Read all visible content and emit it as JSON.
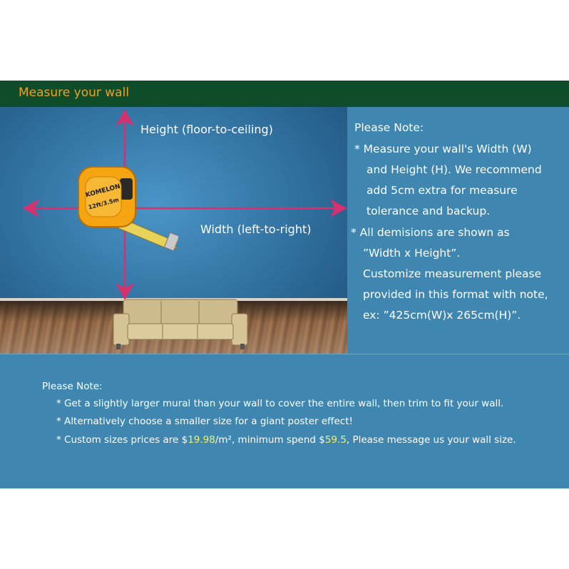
{
  "header": {
    "title": "Measure your wall"
  },
  "scene": {
    "height_label": "Height (floor-to-ceiling)",
    "width_label": "Width (left-to-right)",
    "tape_brand": "KOMELON",
    "tape_size": "12ft/3.5m",
    "colors": {
      "arrow": "#d4326e",
      "tape": "#f5a412"
    }
  },
  "side_note": {
    "heading": "Please Note:",
    "lines": [
      "* Measure your wall's Width (W)",
      "and Height (H). We recommend",
      "add 5cm extra for measure",
      "tolerance and backup.",
      "* All demisions are shown as",
      "”Width x Height”.",
      "Customize measurement please",
      "provided in this format with note,",
      "ex: ”425cm(W)x 265cm(H)”."
    ]
  },
  "bottom_note": {
    "heading": "Please Note:",
    "line1": "* Get a slightly larger mural than your wall to cover the entire wall, then trim to fit your wall.",
    "line2": "* Alternatively choose a smaller size for a giant poster effect!",
    "line3_pre": "* Custom sizes prices are ",
    "price_currency": "$",
    "price": "19.98",
    "price_unit": "/m², minimum spend ",
    "min_currency": "$",
    "min_spend": "59.5",
    "line3_post": ", Please message us your wall size."
  }
}
